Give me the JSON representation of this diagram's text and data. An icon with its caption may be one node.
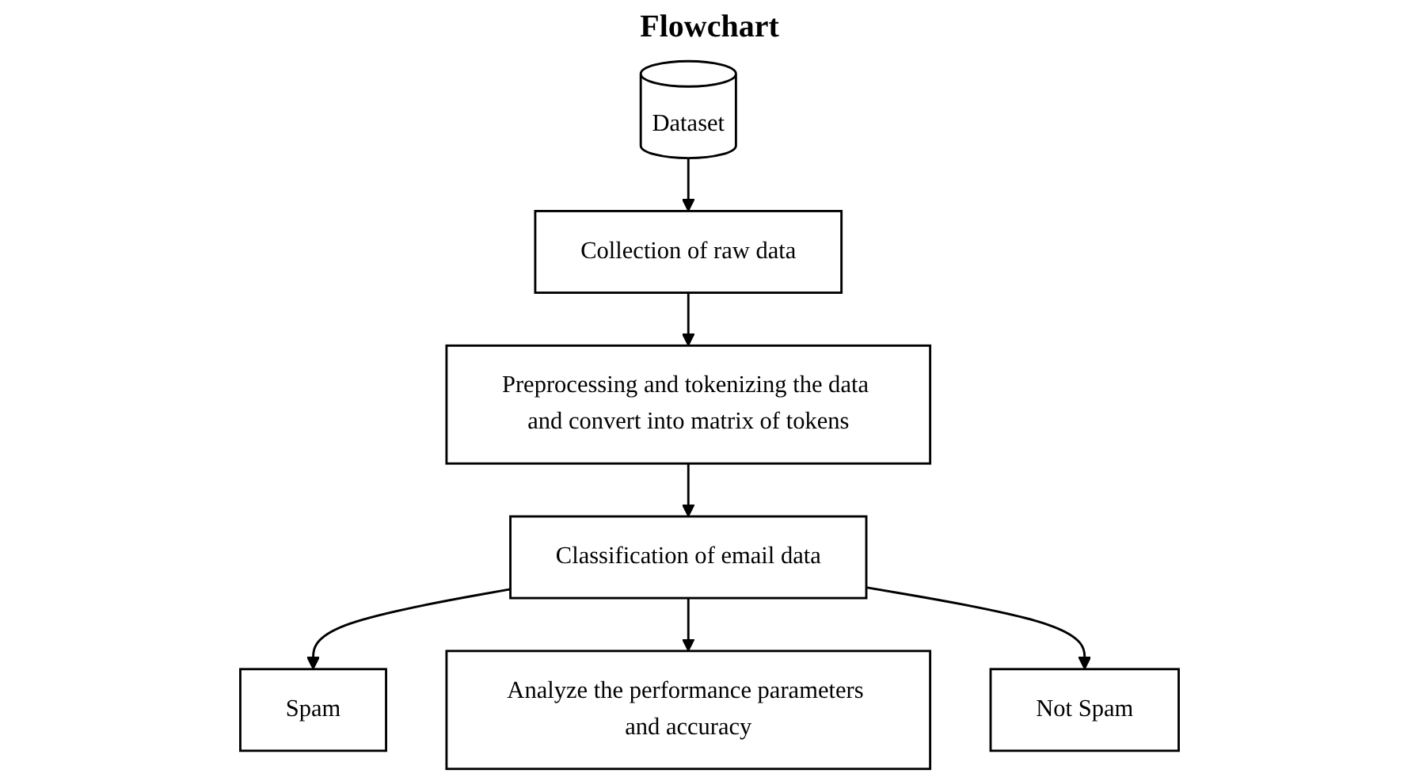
{
  "diagram": {
    "title": "Flowchart",
    "nodes": [
      {
        "text": [
          "Dataset"
        ]
      },
      {
        "text": [
          "Collection of raw data"
        ]
      },
      {
        "text": [
          "Preprocessing and tokenizing the data and convert into matrix of tokens"
        ]
      },
      {
        "text": [
          "Classification of email data"
        ]
      },
      {
        "text": [
          "Spam"
        ]
      },
      {
        "text": [
          "Not Spam"
        ]
      },
      {
        "text": [
          "Analyze the performance parameters and accuracy"
        ]
      }
    ],
    "edges": [
      {
        "from": 0,
        "to": 1,
        "arrow": "to"
      },
      {
        "from": 1,
        "to": 2,
        "arrow": "to"
      },
      {
        "from": 2,
        "to": 3,
        "arrow": "to"
      },
      {
        "from": 3,
        "to": 4,
        "arrow": "to"
      },
      {
        "from": 3,
        "to": 6,
        "arrow": "to"
      },
      {
        "from": 3,
        "to": 5,
        "arrow": "to"
      }
    ]
  }
}
